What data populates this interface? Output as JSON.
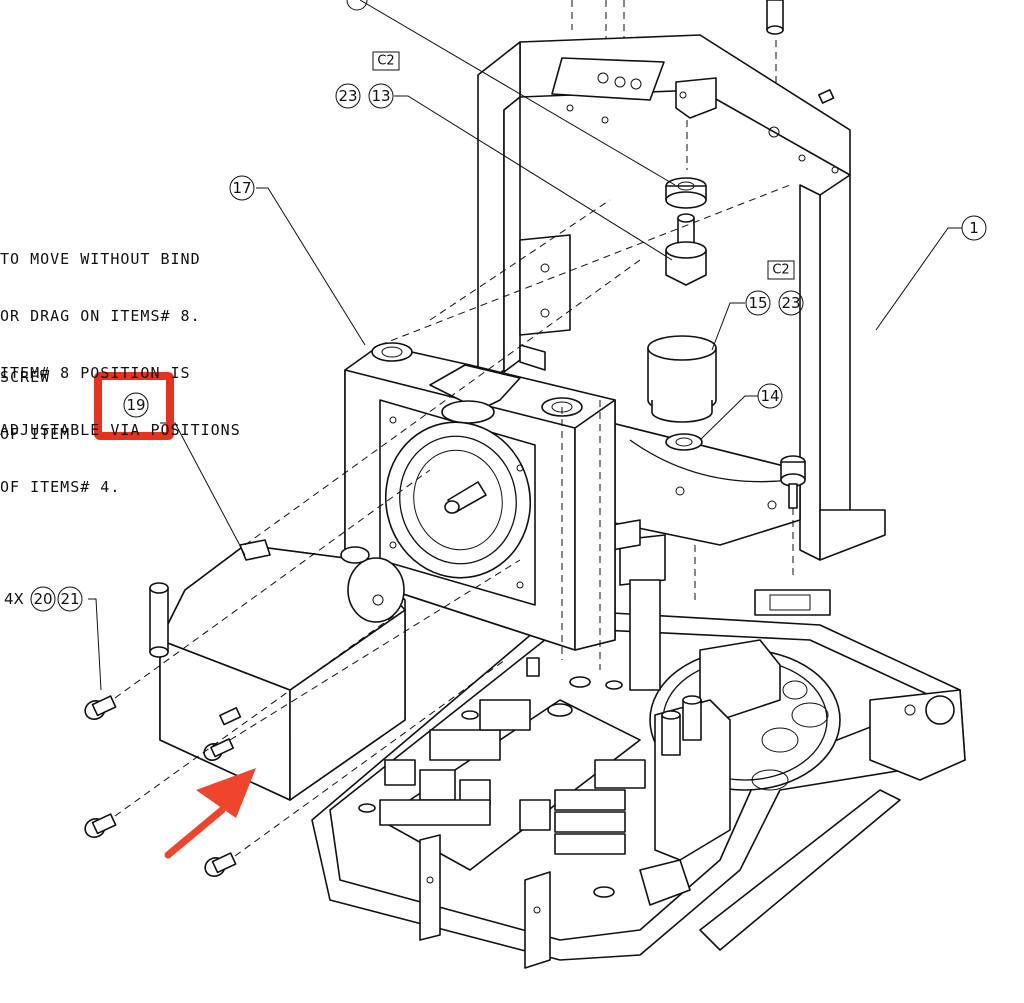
{
  "notes": {
    "block1": [
      "TO MOVE WITHOUT BIND",
      "OR DRAG ON ITEMS# 8.",
      "ITEM# 8 POSITION IS",
      "ADJUSTABLE VIA POSITIONS",
      "OF ITEMS# 4."
    ],
    "block2": [
      "SCREW",
      "OF ITEM"
    ]
  },
  "revision_tags": {
    "upper": "C2",
    "right": "C2"
  },
  "balloons": {
    "b23": "23",
    "b13": "13",
    "b17": "17",
    "b1": "1",
    "b15": "15",
    "b23b": "23",
    "b14": "14",
    "b19": "19",
    "b20": "20",
    "b21": "21"
  },
  "quantity_prefix": "4X",
  "highlight": {
    "box_color": "#e8321e",
    "arrow_color": "#f0452c"
  }
}
